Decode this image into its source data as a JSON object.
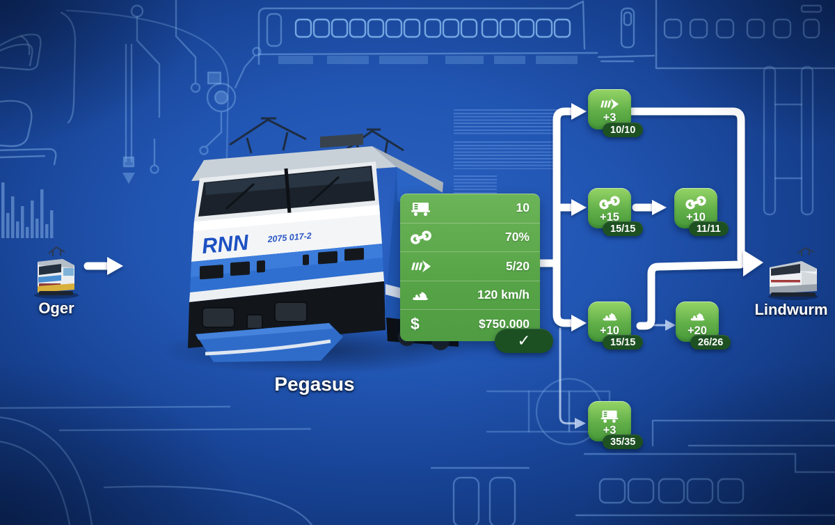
{
  "screen": {
    "name": "engine-upgrade-tree"
  },
  "colors": {
    "background_blue": "#2155b2",
    "blueprint_line": "#7fb0e8",
    "panel_green": "#58a548",
    "node_green": "#61af49",
    "badge_green": "#1e5121",
    "confirm_green": "#1c4f22",
    "connector_white": "#ffffff",
    "connector_thin": "#cfe0fa"
  },
  "engine": {
    "name": "Pegasus",
    "livery_code": "RNN",
    "road_number": "2075 017-2"
  },
  "source_train": {
    "name": "Oger"
  },
  "target_train": {
    "name": "Lindwurm"
  },
  "stats_panel": {
    "rows": [
      {
        "icon": "wagon-icon",
        "value": "10"
      },
      {
        "icon": "wrench-icon",
        "value": "70%"
      },
      {
        "icon": "acceleration-icon",
        "value": "5/20"
      },
      {
        "icon": "speedometer-icon",
        "value": "120 km/h"
      },
      {
        "icon": "dollar-icon",
        "glyph": "$",
        "value": "$750.000"
      }
    ],
    "confirm_glyph": "✓"
  },
  "upgrade_tree": {
    "nodes": [
      {
        "id": "acceleration-upgrade-1",
        "icon": "acceleration-icon",
        "bonus": "+3",
        "progress": "10/10"
      },
      {
        "id": "maintenance-upgrade-1",
        "icon": "wrench-icon",
        "bonus": "+15",
        "progress": "15/15"
      },
      {
        "id": "maintenance-upgrade-2",
        "icon": "wrench-icon",
        "bonus": "+10",
        "progress": "11/11"
      },
      {
        "id": "speed-upgrade-1",
        "icon": "speedometer-icon",
        "bonus": "+10",
        "progress": "15/15"
      },
      {
        "id": "speed-upgrade-2",
        "icon": "speedometer-icon",
        "bonus": "+20",
        "progress": "26/26"
      },
      {
        "id": "wagon-upgrade-1",
        "icon": "wagon-icon",
        "bonus": "+3",
        "progress": "35/35"
      }
    ]
  }
}
